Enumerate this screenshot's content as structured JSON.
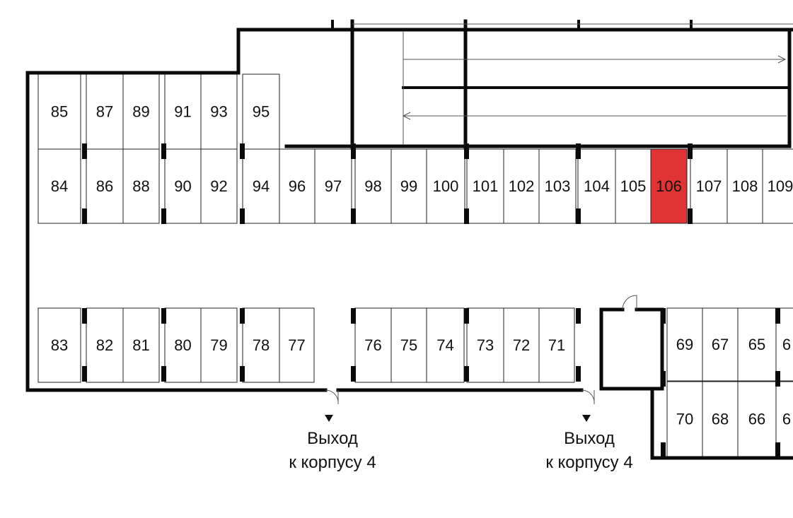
{
  "colors": {
    "selected_space": "#e03434",
    "wall": "#0a0a0a",
    "background": "#ffffff"
  },
  "selected_space": "106",
  "exits": [
    {
      "id": "exit-left",
      "line1": "Выход",
      "line2": "к корпусу 4"
    },
    {
      "id": "exit-right",
      "line1": "Выход",
      "line2": "к корпусу 4"
    }
  ],
  "spaces": {
    "top_row": [
      "85",
      "87",
      "89",
      "91",
      "93",
      "95"
    ],
    "middle_upper_row": [
      "84",
      "86",
      "88",
      "90",
      "92",
      "94",
      "96",
      "97",
      "98",
      "99",
      "100",
      "101",
      "102",
      "103",
      "104",
      "105",
      "106",
      "107",
      "108",
      "109"
    ],
    "middle_lower_row": [
      "83",
      "82",
      "81",
      "80",
      "79",
      "78",
      "77",
      "76",
      "75",
      "74",
      "73",
      "72",
      "71"
    ],
    "right_block_upper": [
      "69",
      "67",
      "65",
      "6"
    ],
    "right_block_lower": [
      "70",
      "68",
      "66",
      "6"
    ]
  }
}
